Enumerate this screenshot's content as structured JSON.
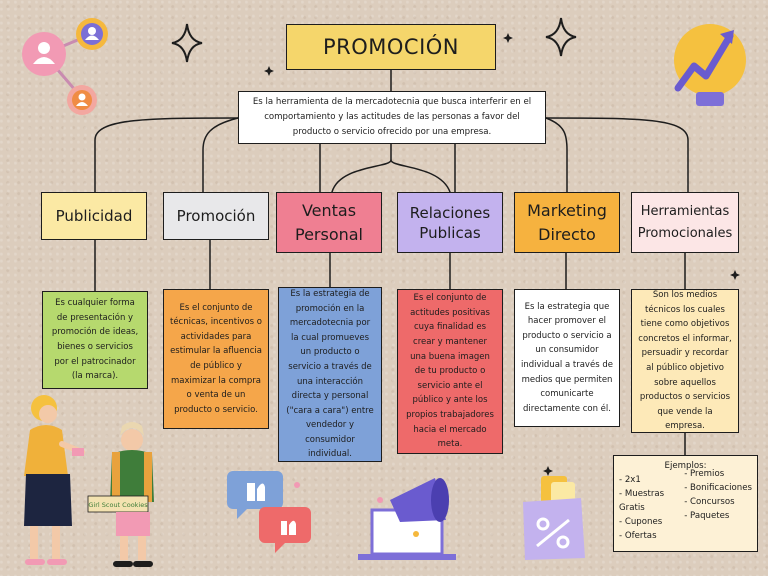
{
  "title": "PROMOCIÓN",
  "definition": "Es la herramienta de la mercadotecnia que busca interferir en el comportamiento y las actitudes de las personas a favor del producto o servicio ofrecido por una empresa.",
  "categories": [
    {
      "label": "Publicidad",
      "color": "#fbe9a4",
      "desc_color": "#b6d96e",
      "desc": "Es cualquier forma de presentación y promoción de ideas, bienes o servicios por el patrocinador (la marca)."
    },
    {
      "label": "Promoción",
      "color": "#e8e8ea",
      "desc_color": "#f5a64a",
      "desc": "Es el conjunto de técnicas, incentivos o actividades para estimular la afluencia de público y maximizar la compra o venta de un producto o servicio."
    },
    {
      "label": "Ventas Personal",
      "color": "#ef7f92",
      "desc_color": "#7ea1d8",
      "desc": "Es la estrategia de promoción en la mercadotecnia por la cual promueves un producto o servicio a través de una interacción directa y personal (\"cara a cara\") entre vendedor y consumidor individual."
    },
    {
      "label": "Relaciones Publicas",
      "color": "#c3b2ee",
      "desc_color": "#ee6a6a",
      "desc": "Es el conjunto de actitudes positivas cuya finalidad es crear y mantener una buena imagen de tu producto o servicio ante el público y ante los propios trabajadores hacia el mercado meta."
    },
    {
      "label": "Marketing Directo",
      "color": "#f6b23f",
      "desc_color": "#ffffff",
      "desc": "Es la estrategia que hacer promover el producto o servicio a un consumidor individual a través de medios que permiten comunicarte directamente con él."
    },
    {
      "label": "Herramientas Promocionales",
      "color": "#fce6e6",
      "desc_color": "#fde9b8",
      "desc": "Son los medios técnicos los cuales tiene como objetivos concretos el informar, persuadir y recordar al público objetivo sobre aquellos productos o servicios que vende la empresa."
    }
  ],
  "examples": {
    "title": "Ejemplos:",
    "left": [
      "- 2x1",
      "-  Muestras",
      "Gratis",
      "- Cupones",
      "- Ofertas"
    ],
    "right": [
      "- Premios",
      "- Bonificaciones",
      "- Concursos",
      "- Paquetes"
    ]
  },
  "illustration": {
    "sign_text": "Girl Scout Cookies"
  }
}
